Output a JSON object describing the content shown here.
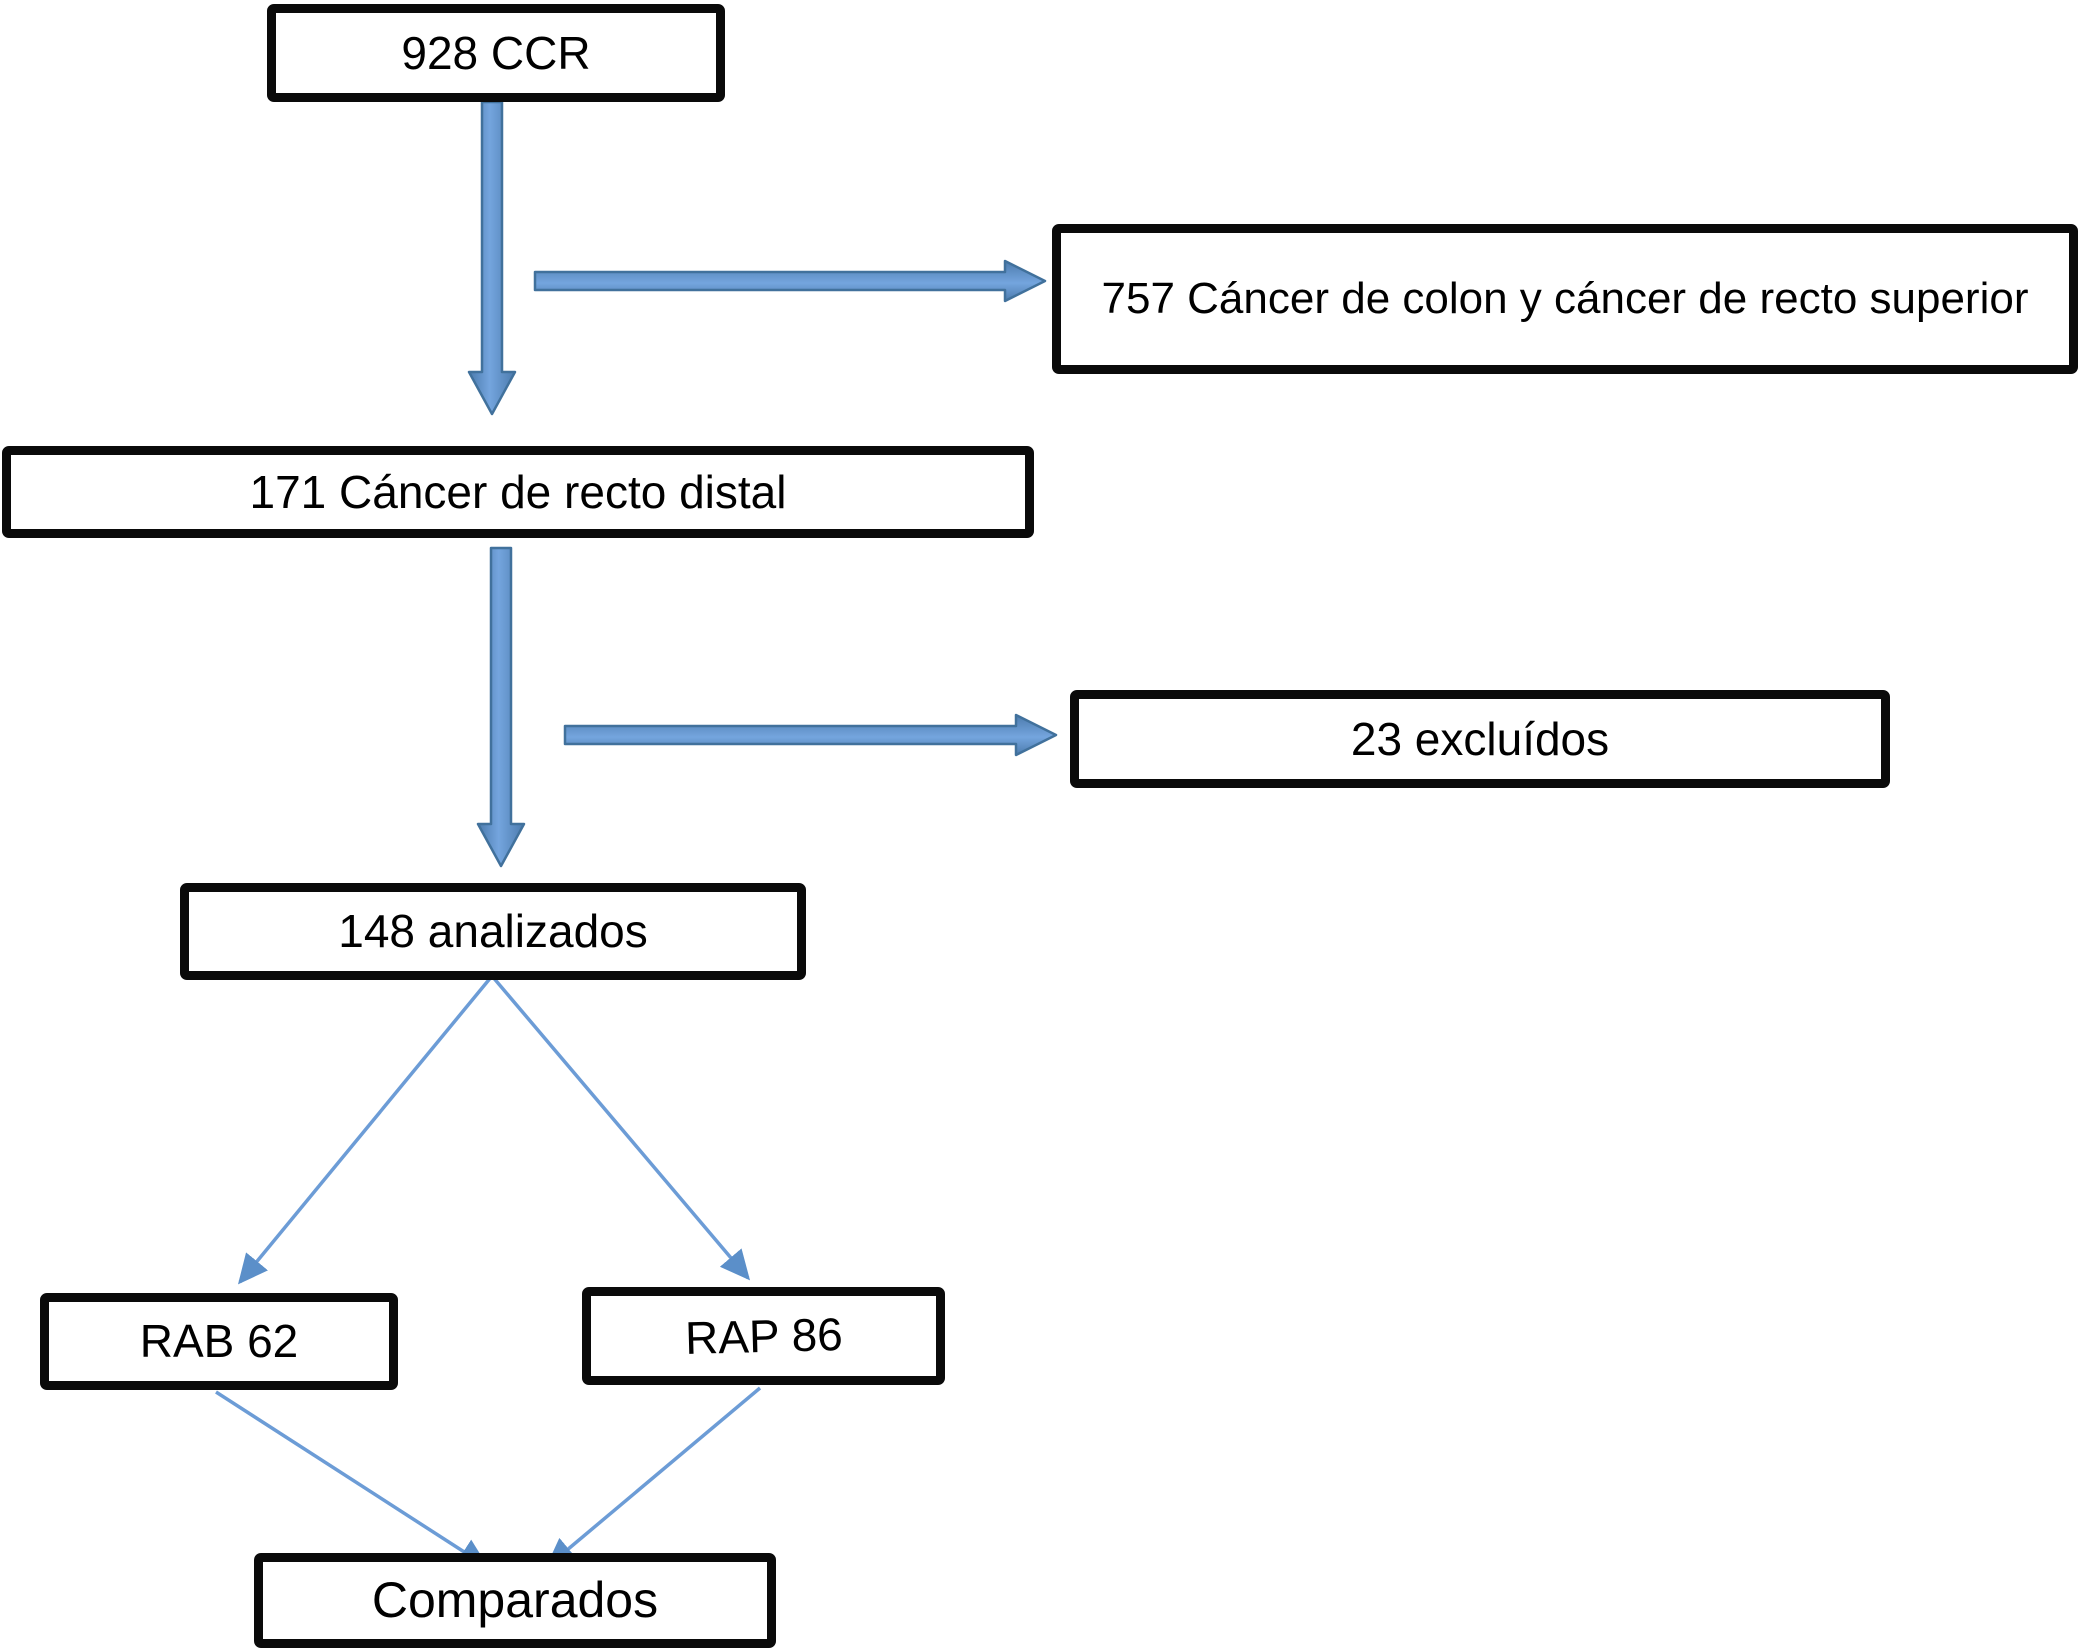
{
  "diagram": {
    "type": "flowchart",
    "language": "es"
  },
  "nodes": {
    "ccr": {
      "label": "928 CCR"
    },
    "colon_superior": {
      "label": "757 Cáncer de colon y cáncer  de recto superior"
    },
    "recto_distal": {
      "label": "171 Cáncer de recto distal"
    },
    "excluidos": {
      "label": "23 excluídos"
    },
    "analizados": {
      "label": "148 analizados"
    },
    "rab": {
      "label": "RAB 62"
    },
    "rap": {
      "label": "RAP 86"
    },
    "comparados": {
      "label": "Comparados"
    }
  },
  "edges": [
    {
      "from": "928 CCR",
      "to": "171 Cáncer de recto distal",
      "style": "thick-block-arrow"
    },
    {
      "from": "928 CCR",
      "to": "757 Cáncer de colon y cáncer  de recto superior",
      "style": "thick-block-arrow"
    },
    {
      "from": "171 Cáncer de recto distal",
      "to": "148 analizados",
      "style": "thick-block-arrow"
    },
    {
      "from": "171 Cáncer de recto distal",
      "to": "23 excluídos",
      "style": "thick-block-arrow"
    },
    {
      "from": "148 analizados",
      "to": "RAB 62",
      "style": "thin-arrow"
    },
    {
      "from": "148 analizados",
      "to": "RAP 86",
      "style": "thin-arrow"
    },
    {
      "from": "RAB 62",
      "to": "Comparados",
      "style": "thin-arrow"
    },
    {
      "from": "RAP 86",
      "to": "Comparados",
      "style": "thin-arrow"
    }
  ],
  "colors": {
    "thick_arrow_center": "#6FA3DC",
    "thick_arrow_edge": "#45719F",
    "thick_arrow_stroke": "#41719C",
    "thin_arrow": "#6C9CD6",
    "box_border": "#0A0A0A",
    "box_background": "#FFFFFF",
    "text": "#000000",
    "background": "#FFFFFF"
  }
}
